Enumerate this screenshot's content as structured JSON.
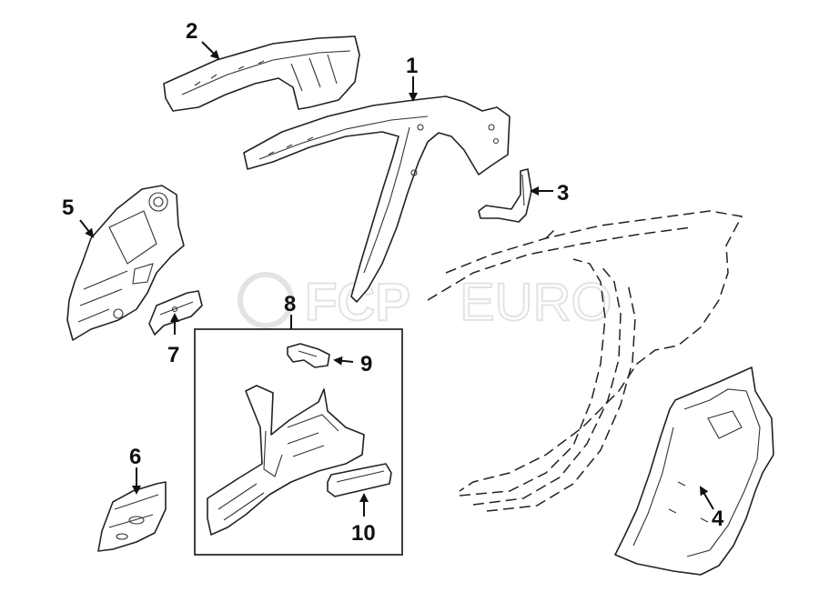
{
  "callouts": {
    "c1": "1",
    "c2": "2",
    "c3": "3",
    "c4": "4",
    "c5": "5",
    "c6": "6",
    "c7": "7",
    "c8": "8",
    "c9": "9",
    "c10": "10"
  },
  "watermark": {
    "left": "FCP",
    "right": "EURO"
  },
  "colors": {
    "line": "#222222",
    "background": "#ffffff",
    "watermark": "#e3e3e3"
  }
}
